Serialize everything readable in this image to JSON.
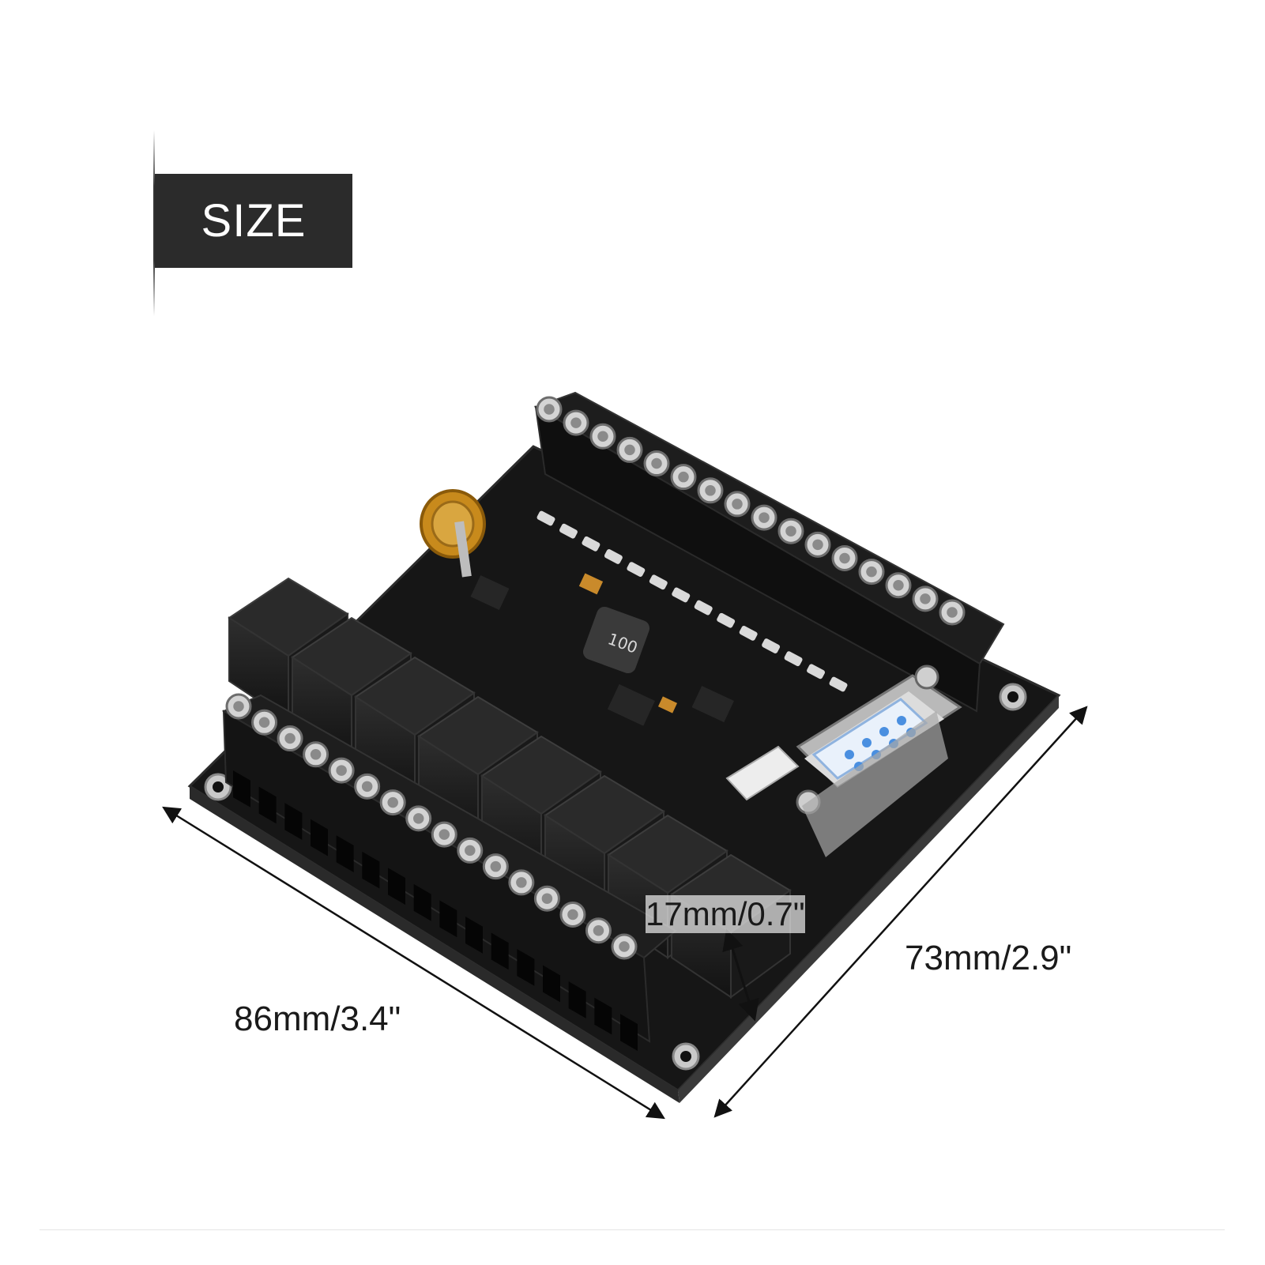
{
  "badge": {
    "label": "SIZE"
  },
  "dimensions": {
    "length": "86mm/3.4\"",
    "width": "73mm/2.9\"",
    "height": "17mm/0.7\""
  },
  "colors": {
    "badge_background": "#2b2b2b",
    "board": "#141414",
    "connector": "#e9f1fb",
    "connector_pins": "#4a8fe0",
    "battery": "#c88a1c"
  }
}
